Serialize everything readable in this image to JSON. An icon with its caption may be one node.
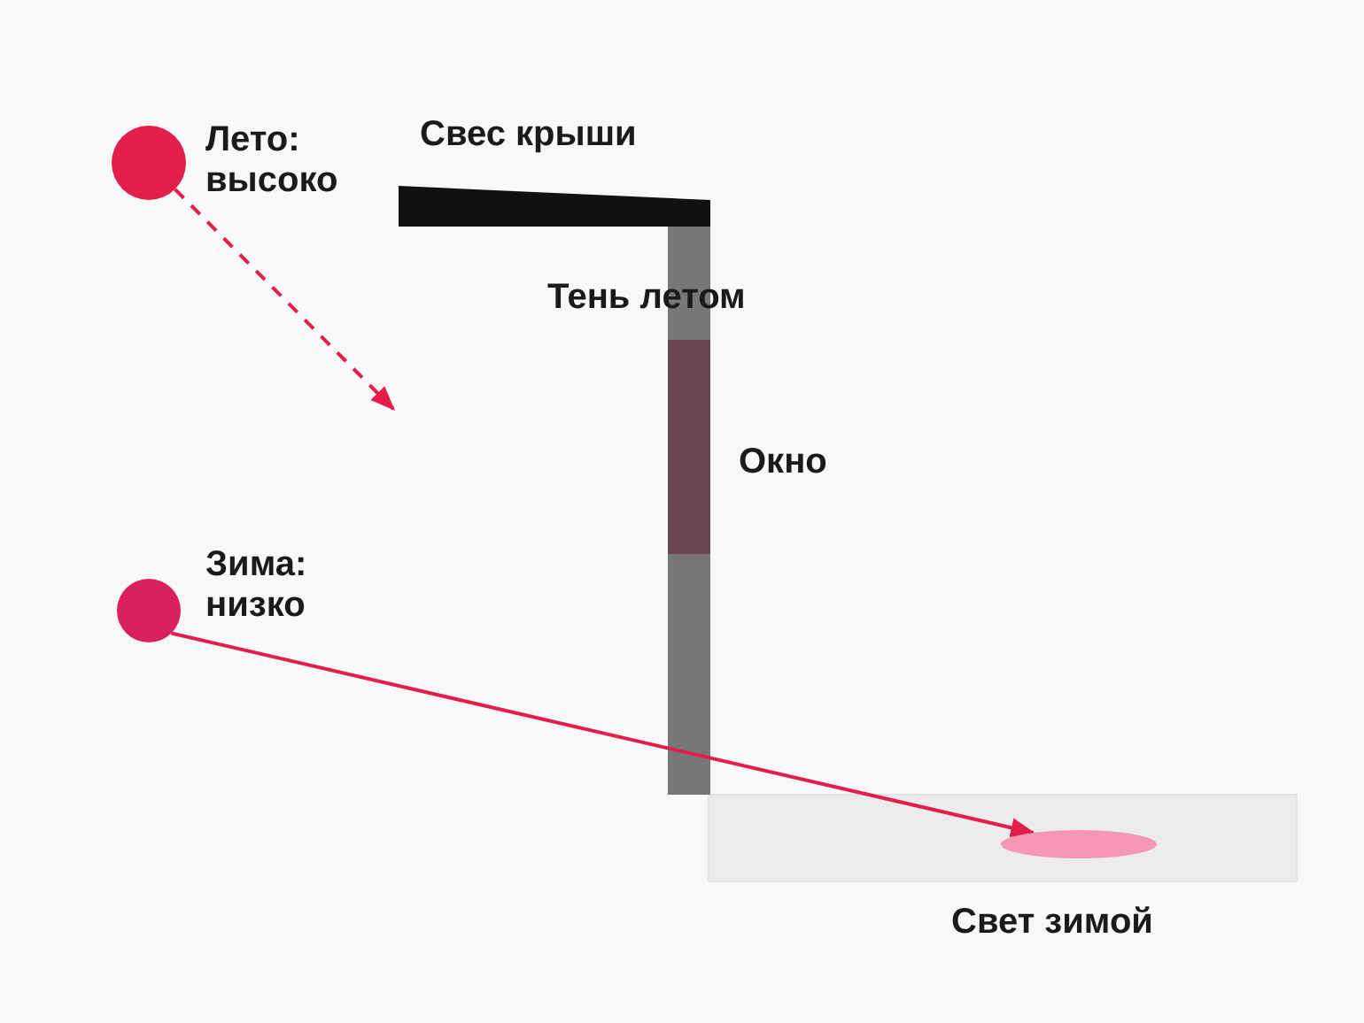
{
  "diagram": {
    "nodes": [
      {
        "text": [],
        "shape": "circle",
        "beside": [
          "Лето: высоко"
        ]
      },
      {
        "text": [],
        "shape": "circle",
        "beside": [
          "Зима: низко"
        ]
      },
      {
        "text": [],
        "shape": "circle",
        "beside": [
          "Свет зимой"
        ]
      }
    ],
    "edges": [
      {
        "from": 0,
        "to": null,
        "arrow": "to",
        "style": "dashed"
      },
      {
        "from": 1,
        "to": 2,
        "arrow": "to"
      }
    ],
    "labels": [
      "Свес крыши",
      "Тень летом",
      "Окно"
    ]
  }
}
